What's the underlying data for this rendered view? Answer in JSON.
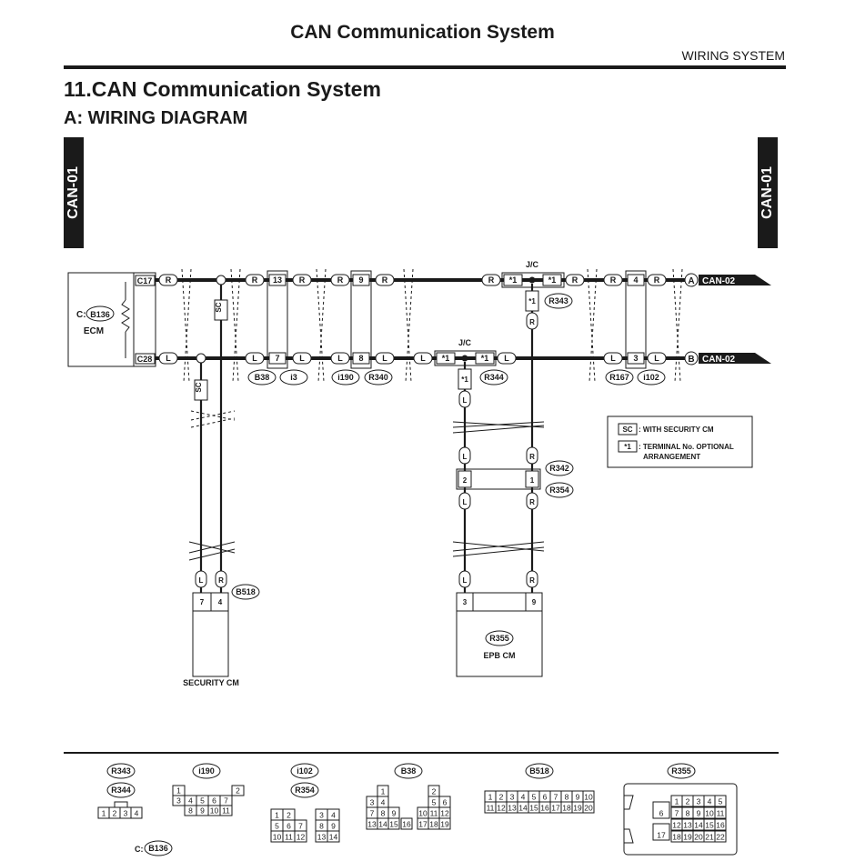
{
  "header": {
    "title": "CAN Communication System",
    "section": "WIRING SYSTEM"
  },
  "heading": {
    "main": "11.CAN Communication System",
    "sub": "A:  WIRING DIAGRAM"
  },
  "side_tab": "CAN-01",
  "ecm": {
    "connector_label": "C:",
    "connector": "B136",
    "name": "ECM",
    "pin_top": "C17",
    "pin_bottom": "C28"
  },
  "wires": {
    "high": "R",
    "low": "L",
    "sc": "SC",
    "opt": "*1",
    "jc": "J/C"
  },
  "connectors": {
    "b38": "B38",
    "i3": "i3",
    "i190": "i190",
    "r340": "R340",
    "r344": "R344",
    "r343": "R343",
    "r167": "R167",
    "i102": "i102",
    "r342": "R342",
    "r354": "R354",
    "b518": "B518",
    "r355": "R355"
  },
  "pins": {
    "p13": "13",
    "p7": "7",
    "p9": "9",
    "p8": "8",
    "p4": "4",
    "p3": "3",
    "p2": "2",
    "p1": "1"
  },
  "offpage": {
    "a": "A",
    "b": "B",
    "target": "CAN-02"
  },
  "security_cm": {
    "name": "SECURITY CM",
    "pin_l": "7",
    "pin_r": "4"
  },
  "epb_cm": {
    "name": "EPB CM",
    "pin_l": "3",
    "pin_r": "9"
  },
  "legend": {
    "sc_text": ": WITH SECURITY CM",
    "opt_text": ": TERMINAL No. OPTIONAL",
    "opt_text2": "ARRANGEMENT"
  },
  "views": {
    "r343": "R343",
    "r344": "R344",
    "i190": "i190",
    "i102": "i102",
    "r354": "R354",
    "b38": "B38",
    "b518": "B518",
    "r355": "R355",
    "c_label": "C:",
    "b136": "B136",
    "r343_pins": [
      "1",
      "2",
      "3",
      "4"
    ],
    "i190_pins": [
      "1",
      "2",
      "3",
      "4",
      "5",
      "6",
      "7",
      "8",
      "9",
      "10",
      "11"
    ],
    "i102_pins": [
      "1",
      "2",
      "3",
      "4",
      "5",
      "6",
      "7",
      "8",
      "9",
      "10",
      "11",
      "12",
      "13",
      "14"
    ],
    "b38_pins": [
      "1",
      "2",
      "3",
      "4",
      "5",
      "6",
      "7",
      "8",
      "9",
      "10",
      "11",
      "12",
      "13",
      "14",
      "15",
      "16",
      "17",
      "18",
      "19"
    ],
    "b518_pins": [
      "1",
      "2",
      "3",
      "4",
      "5",
      "6",
      "7",
      "8",
      "9",
      "10",
      "11",
      "12",
      "13",
      "14",
      "15",
      "16",
      "17",
      "18",
      "19",
      "20"
    ],
    "r355_pins": [
      "1",
      "2",
      "3",
      "4",
      "5",
      "6",
      "7",
      "8",
      "9",
      "10",
      "11",
      "12",
      "13",
      "14",
      "15",
      "16",
      "17",
      "18",
      "19",
      "20",
      "21",
      "22"
    ]
  }
}
